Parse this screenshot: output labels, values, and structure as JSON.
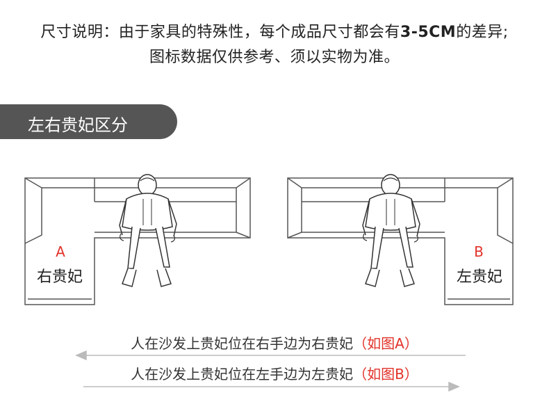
{
  "notice": {
    "line1_prefix": "尺寸说明：由于家具的特殊性，每个成品尺寸都会有",
    "line1_bold": "3-5CM",
    "line1_suffix": "的差异;",
    "line2": "图标数据仅供参考、须以实物为准。"
  },
  "section": {
    "title": "左右贵妃区分"
  },
  "sofa_a": {
    "letter": "A",
    "label": "右贵妃"
  },
  "sofa_b": {
    "letter": "B",
    "label": "左贵妃"
  },
  "captions": [
    {
      "text": "人在沙发上贵妃位在右手边为右贵妃",
      "note": "（如图A）"
    },
    {
      "text": "人在沙发上贵妃位在左手边为左贵妃",
      "note": "（如图B）"
    }
  ],
  "colors": {
    "accent": "#e2322a",
    "bar": "#555555",
    "line": "#333333"
  }
}
